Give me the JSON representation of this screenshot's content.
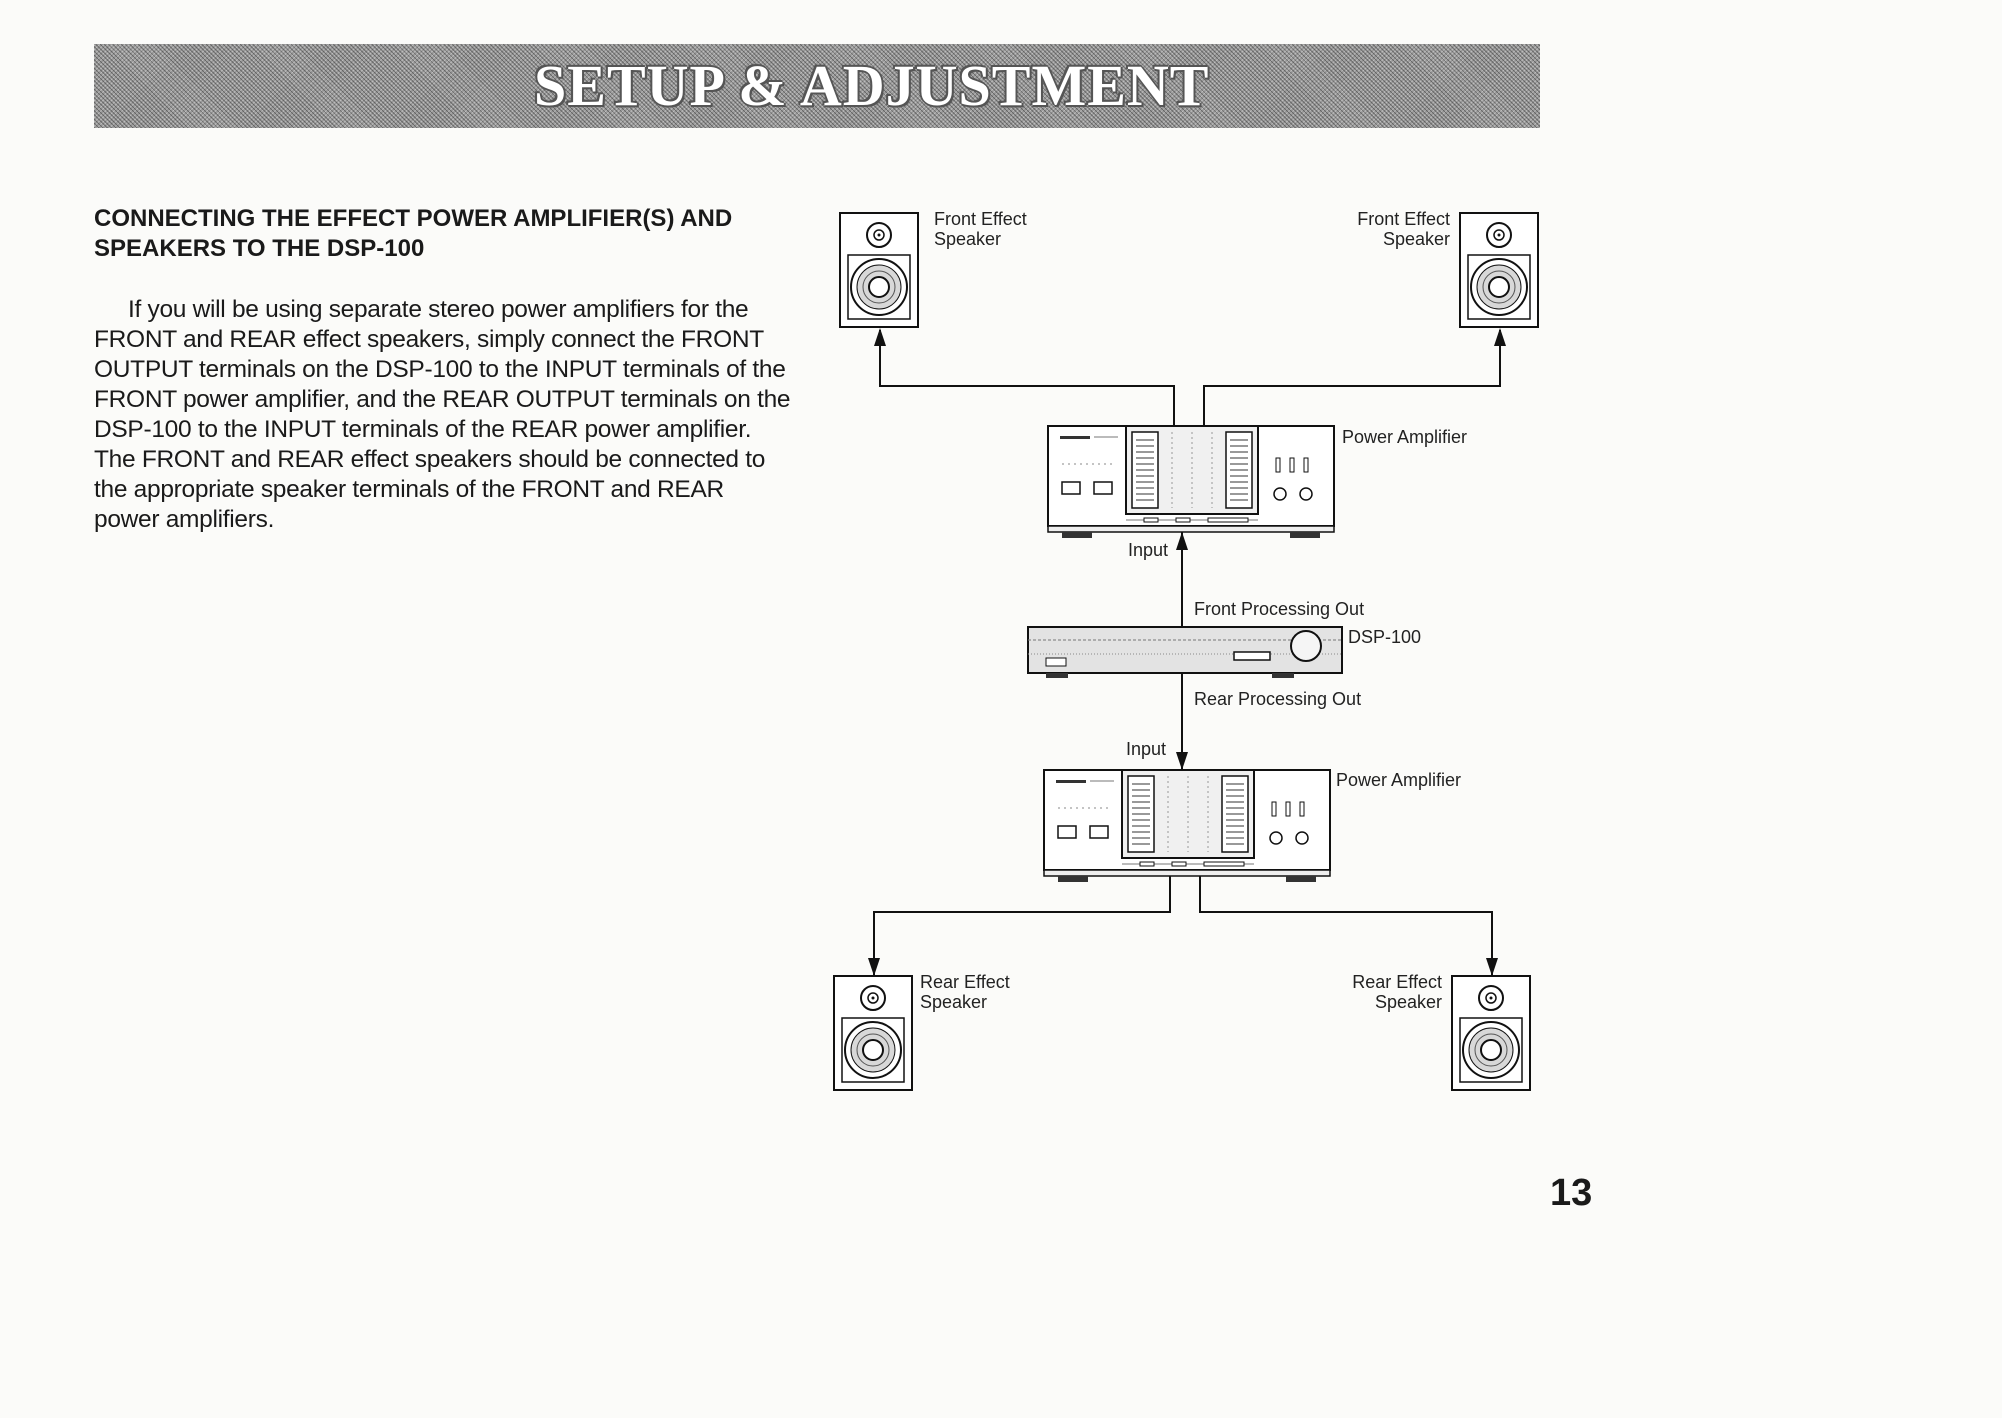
{
  "banner": {
    "title": "SETUP & ADJUSTMENT"
  },
  "section": {
    "heading": "CONNECTING THE EFFECT POWER AMPLIFIER(S) AND SPEAKERS TO THE DSP-100",
    "body": "If you will be using separate stereo power amplifiers for the FRONT and REAR effect speakers, simply connect the FRONT OUTPUT terminals on the DSP-100 to the INPUT terminals of the FRONT power amplifier, and the REAR OUTPUT terminals on the DSP-100 to the INPUT terminals of the REAR power amplifier. The FRONT and REAR effect speakers should be connected to the appropriate speaker terminals of the FRONT and REAR power amplifiers."
  },
  "diagram": {
    "front_left_speaker": [
      "Front Effect",
      "Speaker"
    ],
    "front_right_speaker": [
      "Front Effect",
      "Speaker"
    ],
    "front_amplifier": "Power Amplifier",
    "front_input": "Input",
    "front_processing_out": "Front Processing Out",
    "dsp": "DSP-100",
    "rear_processing_out": "Rear Processing Out",
    "rear_input": "Input",
    "rear_amplifier": "Power Amplifier",
    "rear_left_speaker": [
      "Rear Effect",
      "Speaker"
    ],
    "rear_right_speaker": [
      "Rear Effect",
      "Speaker"
    ]
  },
  "page_number": "13"
}
